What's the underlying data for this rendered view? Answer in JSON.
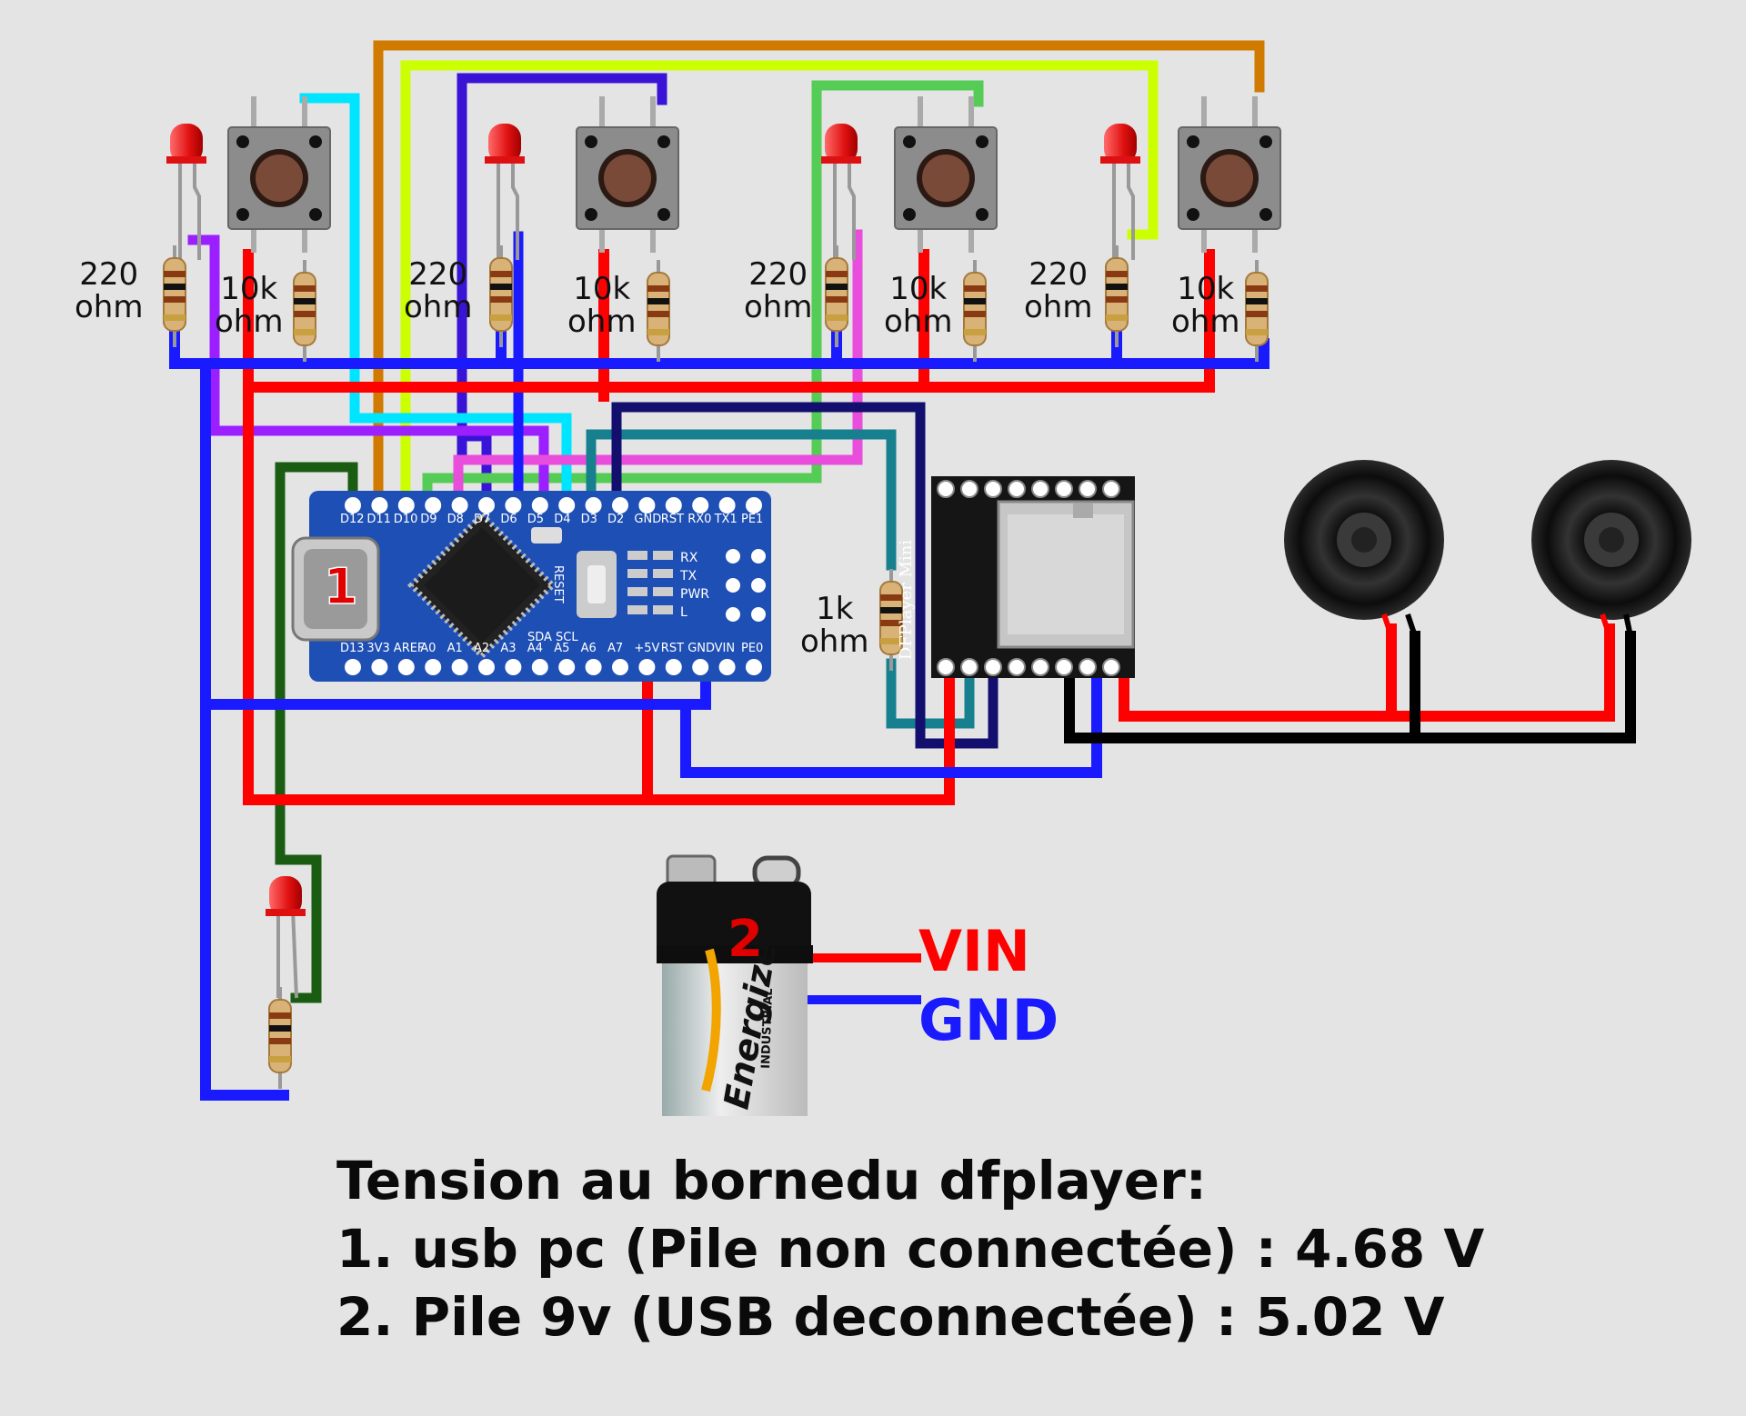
{
  "resistor_labels": {
    "r220_a": [
      "220",
      "ohm"
    ],
    "r10k_a": [
      "10k",
      "ohm"
    ],
    "r220_b": [
      "220",
      "ohm"
    ],
    "r10k_b": [
      "10k",
      "ohm"
    ],
    "r220_c": [
      "220",
      "ohm"
    ],
    "r10k_c": [
      "10k",
      "ohm"
    ],
    "r220_d": [
      "220",
      "ohm"
    ],
    "r10k_d": [
      "10k",
      "ohm"
    ],
    "r1k": [
      "1k",
      "ohm"
    ]
  },
  "arduino": {
    "top_pins": [
      "D12",
      "D11",
      "D10",
      "D9",
      "D8",
      "D7",
      "D6",
      "D5",
      "D4",
      "D3",
      "D2",
      "GND",
      "RST",
      "RX0",
      "TX1",
      "PE1"
    ],
    "bottom_pins": [
      "D13",
      "3V3",
      "AREF",
      "A0",
      "A1",
      "A2",
      "A3",
      "A4",
      "A5",
      "A6",
      "A7",
      "+5V",
      "RST",
      "GND",
      "VIN",
      "PE0"
    ],
    "leds": [
      "RX",
      "TX",
      "PWR",
      "L"
    ],
    "reset_label": "RESET",
    "i2c_label": "SDA SCL",
    "badge": "1"
  },
  "dfplayer": {
    "label": "DFPlayer Mini"
  },
  "battery": {
    "brand": "Energizer",
    "sub": "INDUSTRIAL",
    "badge": "2"
  },
  "wire_labels": {
    "vin": "VIN",
    "gnd": "GND"
  },
  "caption": [
    "Tension au bornedu dfplayer:",
    "1. usb pc (Pile non connectée) : 4.68 V",
    "2. Pile 9v (USB deconnectée) : 5.02 V"
  ],
  "colors": {
    "red": "#ff0000",
    "blue": "#1a1aff",
    "black": "#000000",
    "orange": "#d07a00",
    "yellow": "#ccff00",
    "indigo": "#3a14d6",
    "lightgreen": "#55cc55",
    "cyan": "#00e5ff",
    "purple": "#9b1fff",
    "magenta": "#e84ddb",
    "teal": "#17808f",
    "navy": "#120f6e",
    "darkgreen": "#1a5c12",
    "board": "#1e4fb4",
    "dfplayer": "#1a1a1a"
  }
}
